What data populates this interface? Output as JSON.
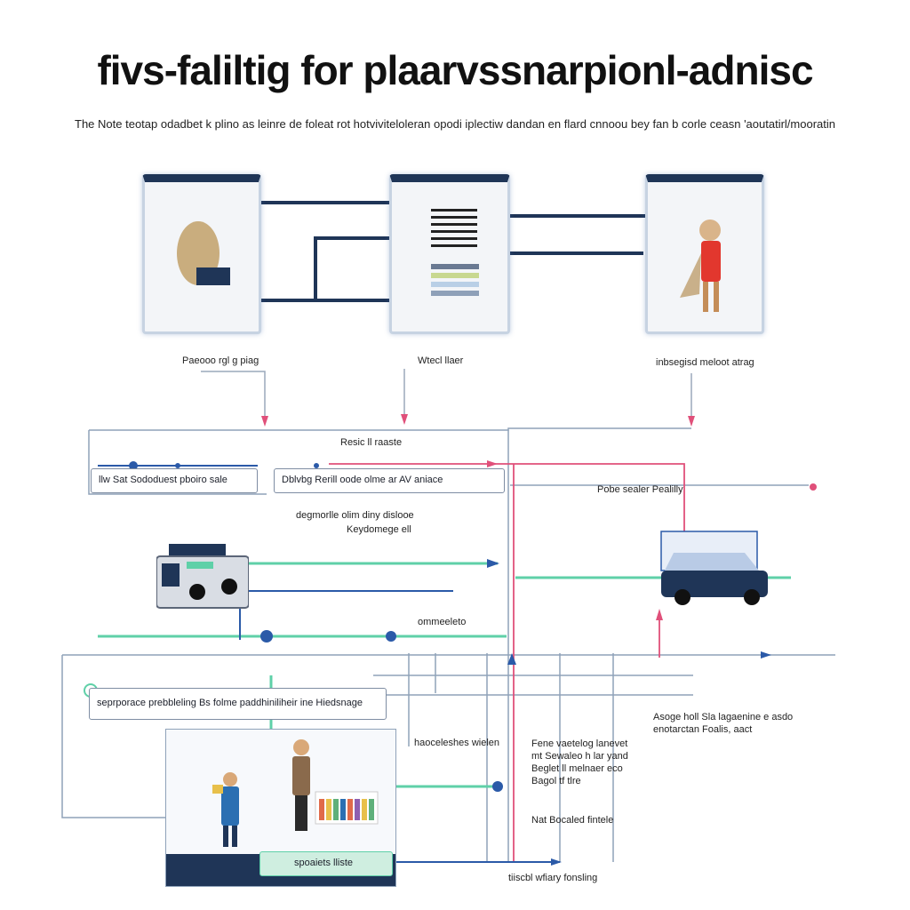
{
  "header": {
    "title": "fivs-faliltig for plaarvssnarpionl-adnisc",
    "subtitle": "The Note teotap odadbet k plino as leinre de foleat rot hotviviteloleran opodi iplectiw dandan en flard cnnoou bey fan b corle ceasn 'aoutatirl/mooratin"
  },
  "cards": [
    {
      "name": "card-left",
      "label": "Paeooo rgl g piag"
    },
    {
      "name": "card-middle",
      "label": "Wtecl llaer"
    },
    {
      "name": "card-right",
      "label": "inbsegisd meloot atrag"
    }
  ],
  "flow": {
    "top_label": "Resic ll raaste",
    "box_left": "llw   Sat Sododuest pboiro sale",
    "box_middle": "Dblvbg   Rerill oode olme ar AV aniace",
    "right_label": "Pobe sealer Pealilly",
    "center_note_1": "degmorlle olim diny dislooe",
    "center_note_2": "Keydomege ell",
    "machine_label": "ommeeleto",
    "wide_box": "seprporace prebbleling Bs folme paddhiniliheir ine Hiedsnage",
    "lower_label": "haoceleshes wielen",
    "right_note_1": "Asoge holl Sla lagaenine e asdo",
    "right_note_2": "enotarctan Foalis, aact",
    "center_block_1": "Fene vaetelog lanevet",
    "center_block_2": "mt Sewaleo h lar yand",
    "center_block_3": "Beglet ll melnaer eco",
    "center_block_4": "Bagol tf tlre",
    "center_block_5": "Nat Bocaled fintele",
    "bottom_label_1": "spoaiets lliste",
    "bottom_label_2": "tiiscbl wfiary fonsling"
  },
  "colors": {
    "navy": "#1f3557",
    "blue_line": "#2b5aa8",
    "teal": "#5fd0a8",
    "pink": "#e0507a",
    "gray_line": "#8fa2b9"
  }
}
